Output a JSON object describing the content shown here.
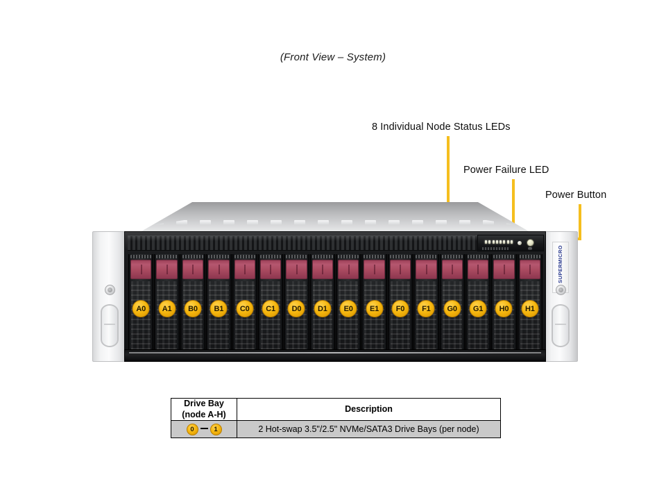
{
  "caption": "(Front View – System)",
  "callouts": [
    {
      "id": "node-status-leds",
      "label": "8 Individual  Node Status LEDs"
    },
    {
      "id": "power-failure-led",
      "label": "Power Failure LED"
    },
    {
      "id": "power-button",
      "label": "Power Button"
    }
  ],
  "chassis": {
    "brand": "SUPERMICRO",
    "led_count": 8,
    "drive_bays": [
      {
        "label": "A0"
      },
      {
        "label": "A1"
      },
      {
        "label": "B0"
      },
      {
        "label": "B1"
      },
      {
        "label": "C0"
      },
      {
        "label": "C1"
      },
      {
        "label": "D0"
      },
      {
        "label": "D1"
      },
      {
        "label": "E0"
      },
      {
        "label": "E1"
      },
      {
        "label": "F0"
      },
      {
        "label": "F1"
      },
      {
        "label": "G0"
      },
      {
        "label": "G1"
      },
      {
        "label": "H0"
      },
      {
        "label": "H1"
      }
    ]
  },
  "table": {
    "headers": {
      "bay_line1": "Drive Bay",
      "bay_line2": "(node A-H)",
      "description": "Description"
    },
    "rows": [
      {
        "bay_from": "0",
        "bay_to": "1",
        "description": "2 Hot-swap  3.5\"/2.5\" NVMe/SATA3 Drive  Bays (per  node)"
      }
    ]
  },
  "colors": {
    "callout_line": "#F5BE1E",
    "badge_yellow": "#F5B60E",
    "drive_handle": "#A8495F",
    "brand_blue": "#2B3B8F",
    "brand_red": "#C0172A",
    "table_row_gray": "#C9C9C9"
  }
}
